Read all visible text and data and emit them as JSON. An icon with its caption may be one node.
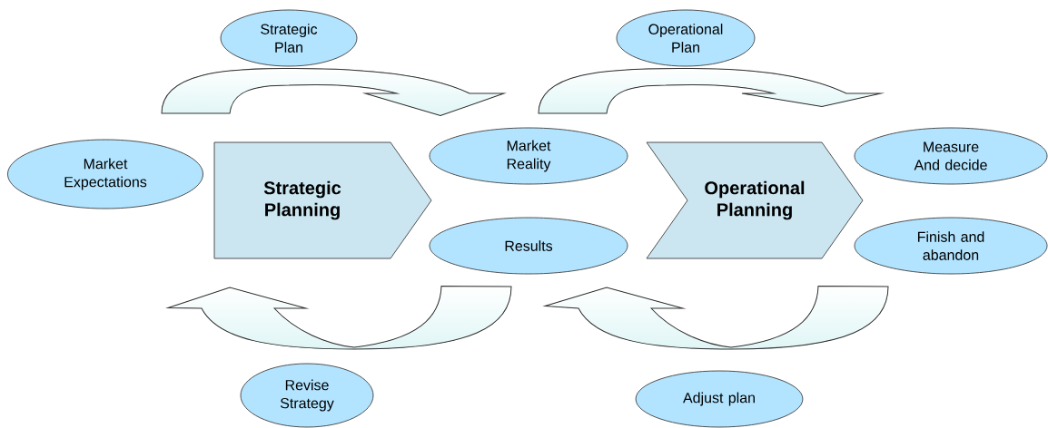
{
  "diagram": {
    "nodes": [
      {
        "text": [
          "Strategic Plan"
        ]
      },
      {
        "text": [
          "Operational Plan"
        ]
      },
      {
        "text": [
          "Market Expectations"
        ]
      },
      {
        "text": [
          "Strategic Planning"
        ]
      },
      {
        "text": [
          "Market Reality"
        ]
      },
      {
        "text": [
          "Operational Planning"
        ]
      },
      {
        "text": [
          "Measure And decide"
        ]
      },
      {
        "text": [
          "Results"
        ]
      },
      {
        "text": [
          "Finish and abandon"
        ]
      },
      {
        "text": [
          "Revise Strategy"
        ]
      },
      {
        "text": [
          "Adjust plan"
        ]
      }
    ],
    "edges": [
      {
        "from": 0,
        "to": 4,
        "arrow": "to"
      },
      {
        "from": 1,
        "to": 6,
        "arrow": "to"
      },
      {
        "from": 7,
        "to": 9,
        "arrow": "to"
      },
      {
        "from": 8,
        "to": 10,
        "arrow": "to"
      }
    ]
  }
}
